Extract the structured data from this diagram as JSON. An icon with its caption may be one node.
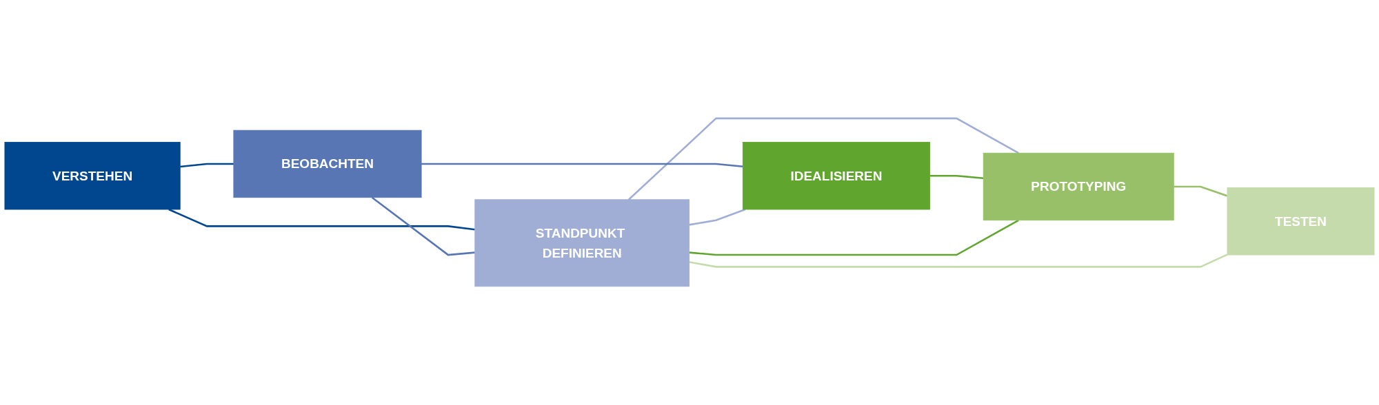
{
  "diagram": {
    "nodes": [
      {
        "text": [
          "VERSTEHEN"
        ]
      },
      {
        "text": [
          "BEOBACHTEN"
        ]
      },
      {
        "text": [
          "STANDPUNKT DEFINIEREN"
        ]
      },
      {
        "text": [
          "IDEALISIEREN"
        ]
      },
      {
        "text": [
          "PROTOTYPING"
        ]
      },
      {
        "text": [
          "TESTEN"
        ]
      }
    ],
    "edges": [
      {
        "from": 0,
        "to": 2,
        "arrow": "none",
        "color": "#00478f"
      },
      {
        "from": 1,
        "to": 2,
        "arrow": "none",
        "color": "#5876b4"
      },
      {
        "from": 2,
        "to": 4,
        "arrow": "none",
        "color": "#a0aed6"
      },
      {
        "from": 3,
        "to": 4,
        "arrow": "none",
        "color": "#5fa52e"
      },
      {
        "from": 4,
        "to": 5,
        "arrow": "none",
        "color": "#98c068"
      },
      {
        "from": 0,
        "to": 1,
        "arrow": "none",
        "color": "#00478f"
      },
      {
        "from": 1,
        "to": 3,
        "arrow": "none",
        "color": "#5876b4"
      },
      {
        "from": 2,
        "to": 3,
        "arrow": "none",
        "color": "#a0aed6"
      },
      {
        "from": 2,
        "to": 4,
        "arrow": "none",
        "color": "#5fa52e"
      },
      {
        "from": 2,
        "to": 5,
        "arrow": "none",
        "color": "#c6dbab"
      }
    ]
  }
}
